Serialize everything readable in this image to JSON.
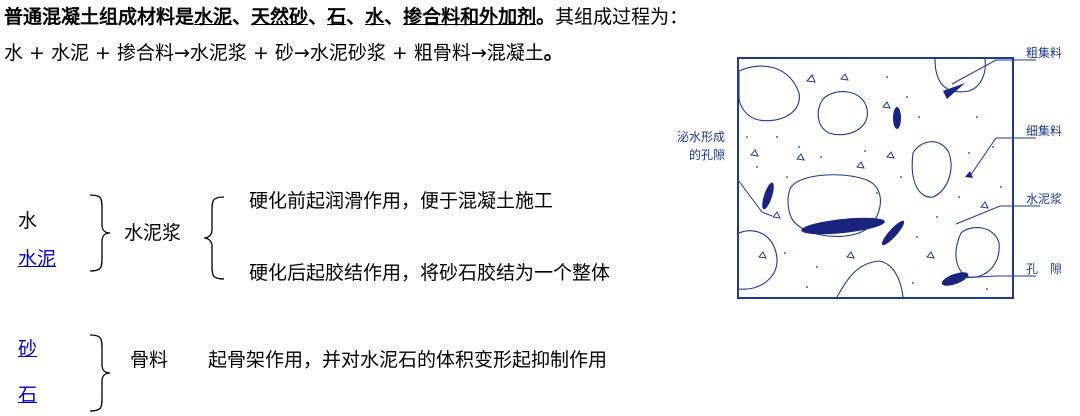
{
  "intro": {
    "p1_bold": "普通混凝土组成材料是",
    "p1_items": [
      "水泥",
      "天然砂",
      "石",
      "水",
      "掺合料和外加剂"
    ],
    "p1_sep": "、",
    "p1_period": "。",
    "p1_tail": "其组成过程为：",
    "p2_text": "水 + 水泥 + 掺合料→水泥浆 + 砂→水泥砂浆 + 粗骨料→混凝土",
    "p2_period": "。"
  },
  "group1": {
    "item_water": "水",
    "item_cement": "水泥",
    "paste_label": "水泥浆",
    "before": "硬化前起润滑作用，便于混凝土施工",
    "after": "硬化后起胶结作用，将砂石胶结为一个整体"
  },
  "group2": {
    "item_sand": "砂",
    "item_stone": "石",
    "aggregate_label": "骨料",
    "role": "起骨架作用，并对水泥石的体积变形起抑制作用"
  },
  "diagram": {
    "label_bleed_line1": "泌水形成",
    "label_bleed_line2": "的孔隙",
    "label_coarse": "粗集料",
    "label_fine": "细集料",
    "label_paste": "水泥浆",
    "label_pore": "孔　隙"
  },
  "colors": {
    "link": "#0000cc",
    "diagram_line": "#1f3b8f",
    "diagram_fill": "#1a237e"
  }
}
